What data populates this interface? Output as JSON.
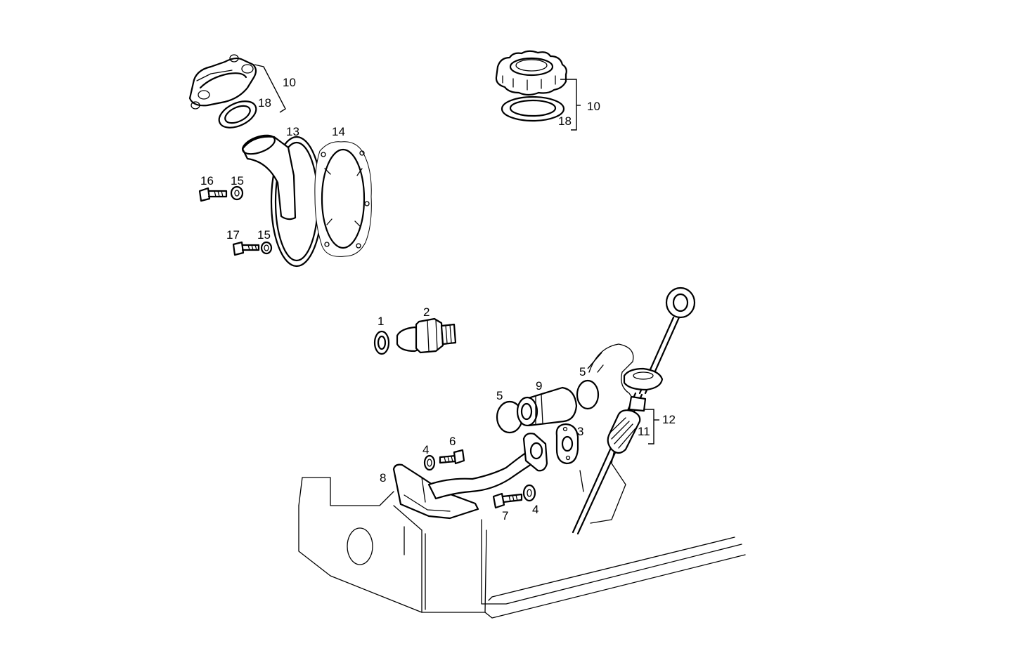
{
  "callouts": {
    "c1": "1",
    "c2": "2",
    "c3": "3",
    "c4a": "4",
    "c4b": "4",
    "c5a": "5",
    "c5b": "5",
    "c6": "6",
    "c7": "7",
    "c8": "8",
    "c9": "9",
    "c10a": "10",
    "c10b": "10",
    "c11": "11",
    "c12": "12",
    "c13": "13",
    "c14": "14",
    "c15a": "15",
    "c15b": "15",
    "c16": "16",
    "c17": "17",
    "c18a": "18",
    "c18b": "18"
  }
}
